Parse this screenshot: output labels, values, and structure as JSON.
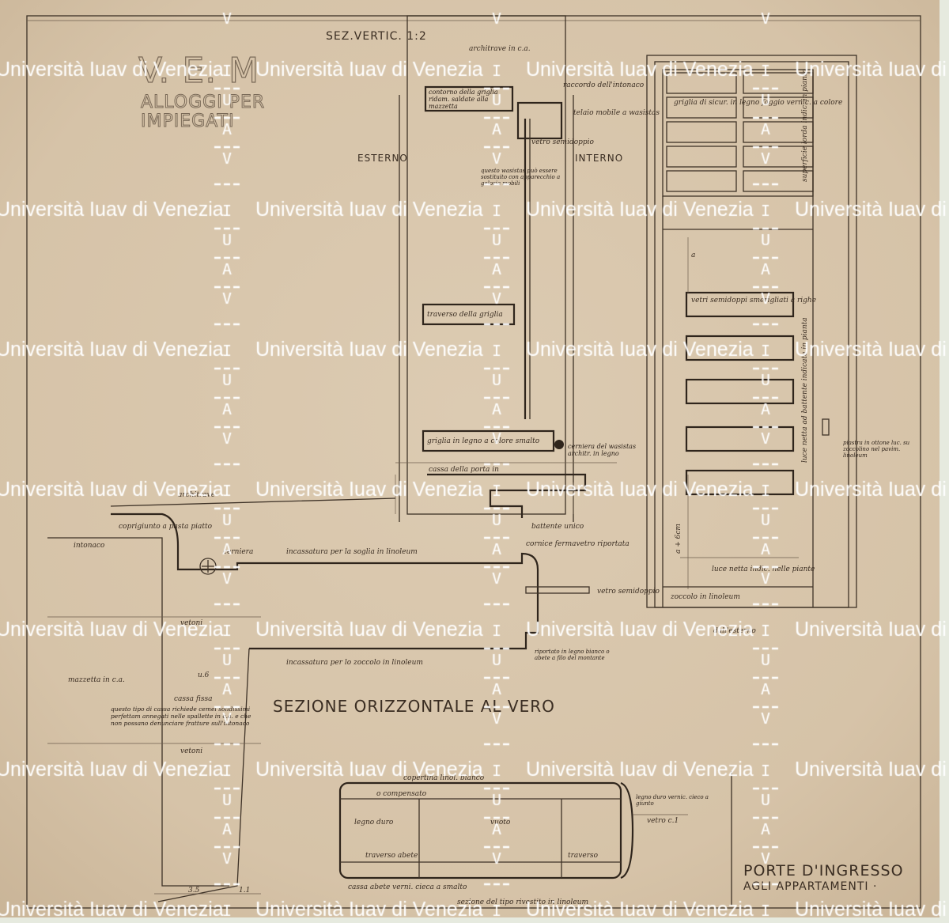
{
  "header": {
    "project": "V. E. M",
    "subtitle_1": "ALLOGGI PER",
    "subtitle_2": "IMPIEGATI"
  },
  "section_vertical": {
    "title": "SEZ.VERTIC. 1:2",
    "esterno": "ESTERNO",
    "interno": "INTERNO",
    "notes": [
      "architrave in c.a.",
      "contorno della griglia ridam. saldate alla mazzetta",
      "raccordo dell'intonaco",
      "telaio mobile a wasistas",
      "vetro semidoppio",
      "questo wasistas può essere sostituito con apparecchio a gelosia mobili",
      "traverso della griglia",
      "griglia in legno a colore smalto",
      "cerniera del wasistas architr. in legno",
      "cassa della porta in",
      "battente unico"
    ]
  },
  "elevation": {
    "notes": [
      "griglia di sicur. in legno faggio vernic. a colore",
      "superficie lorda indic. in pianta",
      "vetri semidoppi smerigliati a righe",
      "luce netta ad battente indicata in pianta",
      "piastra in ottone luc. su zoccolino nel pavim. linoleum",
      "luce netta indic. nelle piante",
      "zoccolo in linoleum",
      "a",
      "a + 6cm",
      "dall'esterno"
    ]
  },
  "section_horizontal": {
    "title": "SEZIONE ORIZZONTALE AL VERO",
    "notes": [
      "architrave",
      "coprigiunto a pasta piatto",
      "intonaco",
      "cerniera",
      "incassatura per la soglia in linoleum",
      "cornice fermavetro riportata",
      "vetro semidoppio",
      "vetoni",
      "mazzetta in c.a.",
      "cassa fissa",
      "u.6",
      "incassatura per lo zoccolo in linoleum",
      "riportato in legno bianco o abete a filo del montante",
      "questo tipo di cassa richiede cemei solidissimi perfettam annegati nelle spallette in c.a. e che non possano denunciare fratture sull'intonaco",
      "vetoni",
      "3.5",
      "1.1"
    ]
  },
  "section_lino": {
    "title": "sezione del tipo rivestito in linoleum",
    "notes": [
      "copertina linol. bianco",
      "o compensato",
      "legno duro",
      "traverso abete",
      "vuoto",
      "traverso",
      "legno duro vernic. cieco a giunto",
      "vetro c.1",
      "cassa abete verni. cieca a smalto"
    ]
  },
  "title_block": {
    "line_1": "PORTE D'INGRESSO",
    "line_2": "AGLI APPARTAMENTI ·"
  },
  "watermark": {
    "text": "Università Iuav di Venezia",
    "letters": [
      "I",
      "U",
      "A",
      "V"
    ]
  },
  "colors": {
    "paper": "#d8c7ae",
    "ink": "#3e3227",
    "margin": "#e6eadf",
    "watermark": "#ffffff"
  }
}
